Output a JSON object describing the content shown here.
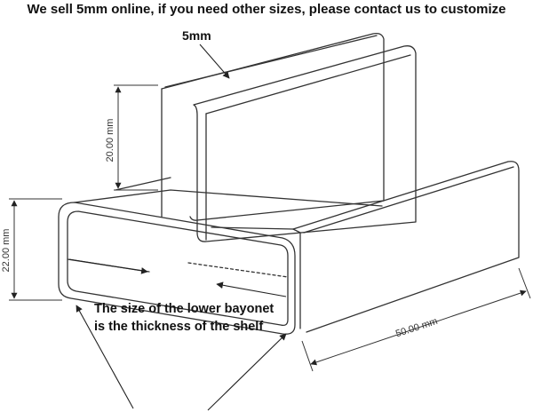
{
  "header": {
    "headline": "We sell 5mm online, if you need other sizes, please contact us to customize"
  },
  "labels": {
    "thickness": "5mm",
    "callout_line1": "The size of the lower bayonet",
    "callout_line2": "is the thickness of the shelf"
  },
  "dimensions": {
    "upper_height": "20.00 mm",
    "total_height": "22.00 mm",
    "depth": "50.00 mm"
  },
  "colors": {
    "line": "#333333",
    "text": "#111111"
  }
}
